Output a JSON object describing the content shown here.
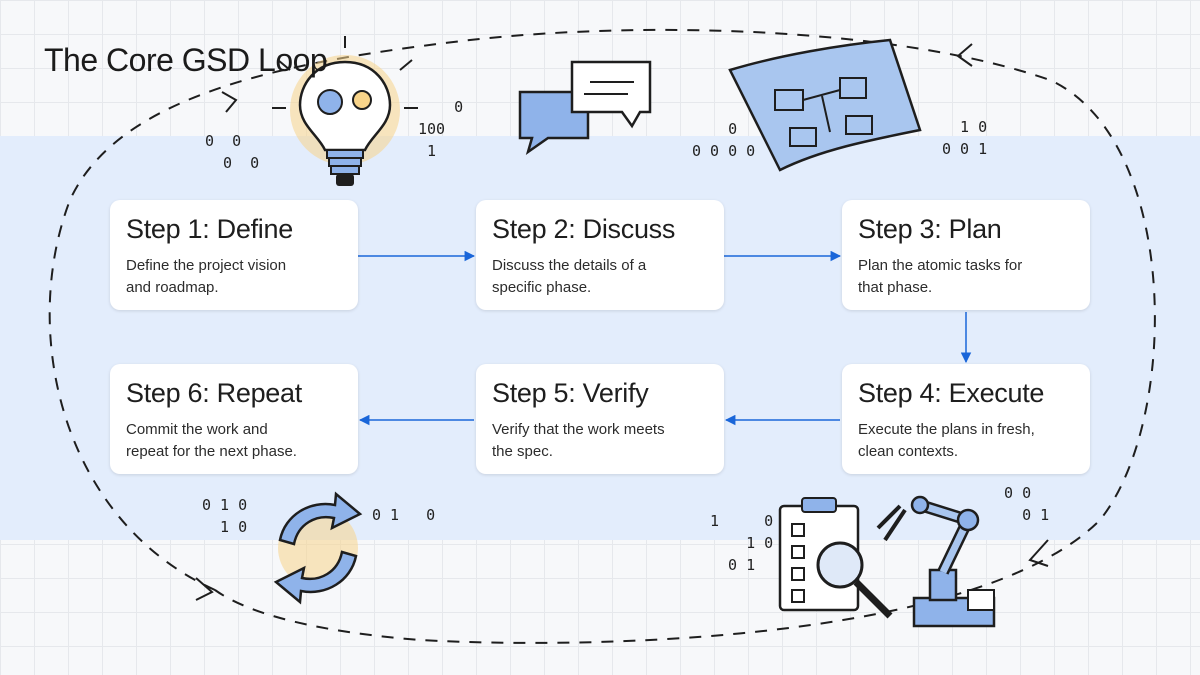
{
  "title": "The Core GSD Loop",
  "steps": [
    {
      "title": "Step 1: Define",
      "desc_line1": "Define the project vision",
      "desc_line2": "and roadmap."
    },
    {
      "title": "Step 2: Discuss",
      "desc_line1": "Discuss the details of a",
      "desc_line2": "specific phase."
    },
    {
      "title": "Step 3: Plan",
      "desc_line1": "Plan the atomic tasks for",
      "desc_line2": "that phase."
    },
    {
      "title": "Step 4: Execute",
      "desc_line1": "Execute the plans in fresh,",
      "desc_line2": "clean contexts."
    },
    {
      "title": "Step 5: Verify",
      "desc_line1": "Verify that the work meets",
      "desc_line2": "the spec."
    },
    {
      "title": "Step 6: Repeat",
      "desc_line1": "Commit the work and",
      "desc_line2": "repeat for the next phase."
    }
  ],
  "binary": [
    "0  0\n  0  0",
    "    0\n100\n 1",
    "    0\n0 0 0 0",
    "  1 0\n0 0 1",
    "0 1 0\n  1 0",
    "0 1   0",
    "1     0\n    1 0\n  0 1",
    "  0 0\n    0 1"
  ],
  "colors": {
    "accent": "#1a66d9",
    "band": "#e3edfc",
    "sketch_blue": "#8fb3ea",
    "sketch_yellow": "#f8d48a"
  }
}
